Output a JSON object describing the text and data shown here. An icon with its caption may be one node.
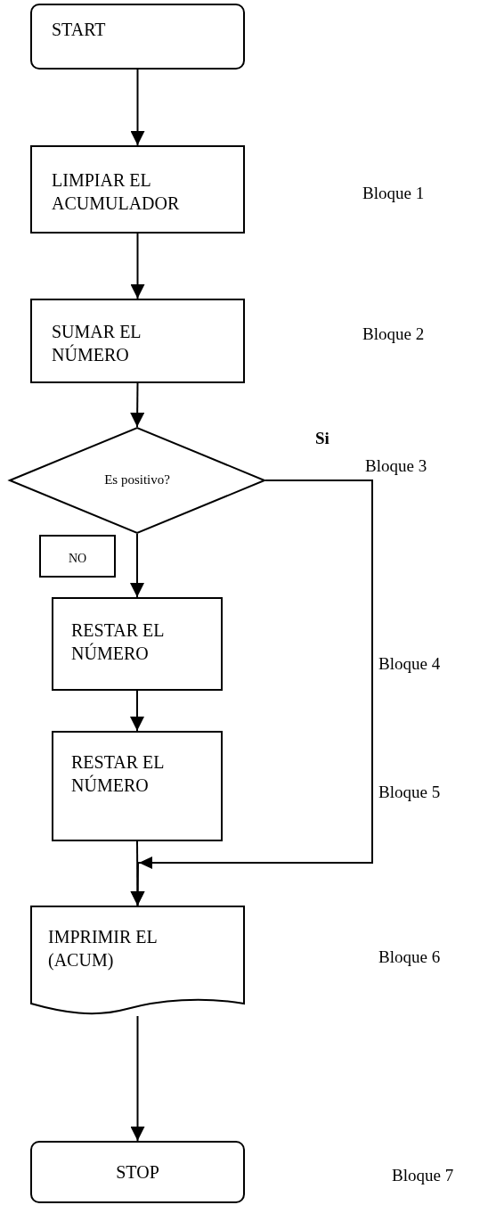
{
  "diagram": {
    "nodes": [
      {
        "text": [
          "START"
        ]
      },
      {
        "text": [
          "LIMPIAR EL ACUMULADOR"
        ]
      },
      {
        "text": [
          "SUMAR EL NÚMERO"
        ]
      },
      {
        "text": [
          "Es positivo?"
        ]
      },
      {
        "text": [
          "NO"
        ]
      },
      {
        "text": [
          "RESTAR EL NÚMERO"
        ]
      },
      {
        "text": [
          "RESTAR EL NÚMERO"
        ]
      },
      {
        "text": [
          "IMPRIMIR EL (ACUM)"
        ]
      },
      {
        "text": [
          "STOP"
        ]
      }
    ],
    "edges": [
      {
        "from": 0,
        "to": 1,
        "arrow": "to"
      },
      {
        "from": 1,
        "to": 2,
        "arrow": "to"
      },
      {
        "from": 2,
        "to": 3,
        "arrow": "to"
      },
      {
        "from": 3,
        "to": 5,
        "arrow": "to"
      },
      {
        "from": 5,
        "to": 6,
        "arrow": "to"
      },
      {
        "from": 6,
        "to": 7,
        "arrow": "to"
      },
      {
        "from": 3,
        "to": 7,
        "arrow": "to",
        "label": "Si"
      },
      {
        "from": 7,
        "to": 8,
        "arrow": "to"
      }
    ],
    "labels": [
      "Bloque 1",
      "Bloque 2",
      "Bloque 3",
      "Bloque 4",
      "Bloque 5",
      "Bloque 6",
      "Bloque 7"
    ]
  }
}
